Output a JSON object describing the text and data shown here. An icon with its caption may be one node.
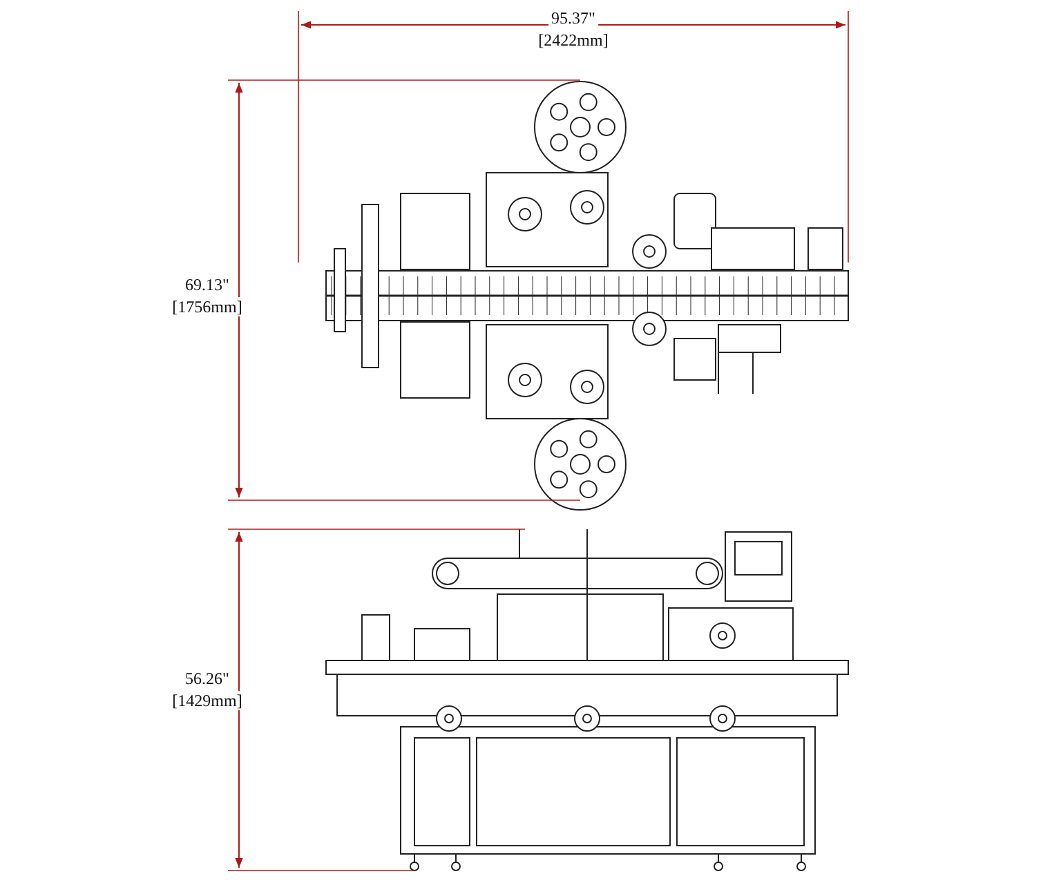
{
  "diagram": {
    "labels": [
      "95.37\"",
      "[2422mm]",
      "69.13\"",
      "[1756mm]",
      "56.26\"",
      "[1429mm]"
    ]
  }
}
